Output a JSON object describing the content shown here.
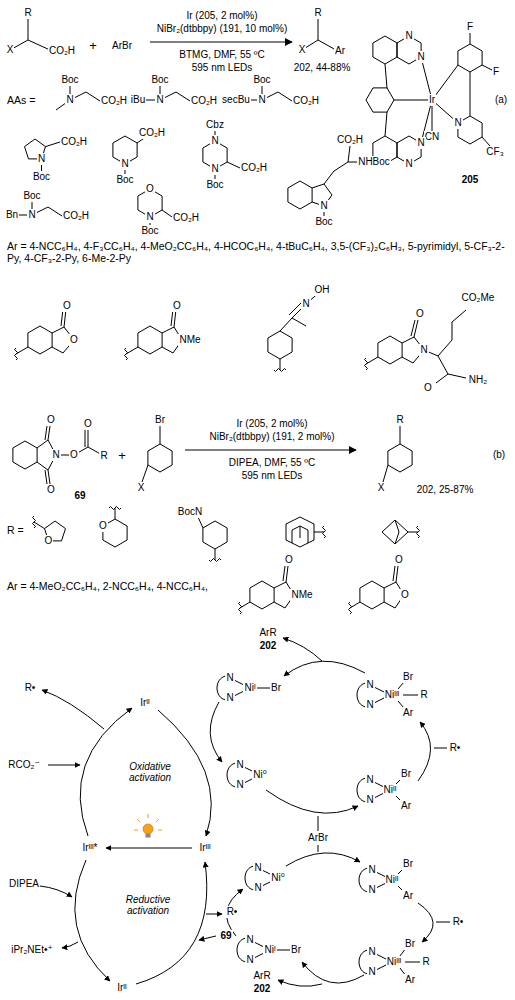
{
  "diagram": {
    "labels": [
      "R",
      "X",
      "CO₂H",
      "+",
      "ArBr",
      "Ir (205, 2 mol%)",
      "NiBr₂(dtbbpy) (191, 10 mol%)",
      "BTMG, DMF, 55 ºC",
      "595 nm LEDs",
      "R",
      "X",
      "Ar",
      "202, 44-88%",
      "(a)",
      "N",
      "N",
      "Ir",
      "F",
      "F",
      "N",
      "CN",
      "CF₃",
      "N",
      "N",
      "205",
      "AAs =",
      "Boc",
      "N",
      "CO₂H",
      "Boc",
      "iBu",
      "N",
      "CO₂H",
      "Boc",
      "secBu",
      "N",
      "CO₂H",
      "CO₂H",
      "N",
      "Boc",
      "CO₂H",
      "N",
      "Boc",
      "Cbz",
      "N",
      "CO₂H",
      "N",
      "Boc",
      "CO₂H",
      "NHBoc",
      "N",
      "Boc",
      "Boc",
      "Bn",
      "N",
      "CO₂H",
      "O",
      "CO₂H",
      "N",
      "Boc",
      "Ar = 4-NCC₆H₄, 4-F₃CC₆H₄, 4-MeO₂CC₆H₄, 4-HCOC₆H₄, 4-tBuC₆H₄, 3,5-(CF₃)₂C₆H₃, 5-pyrimidyl, 5-CF₃-2-Py, 4-CF₃-2-Py, 6-Me-2-Py",
      "O",
      "O",
      "O",
      "NMe",
      "OH",
      "N",
      "O",
      "CO₂Me",
      "N",
      "O",
      "NH₂",
      "O",
      "O",
      "N",
      "O",
      "R",
      "O",
      "69",
      "+",
      "Br",
      "X",
      "Ir (205, 2 mol%)",
      "NiBr₂(dtbbpy) (191, 2 mol%)",
      "DIPEA, DMF, 55 ºC",
      "595 nm LEDs",
      "R",
      "X",
      "202, 25-87%",
      "(b)",
      "R =",
      "O",
      "O",
      "BocN",
      "Ar = 4-MeO₂CC₆H₄, 2-NCC₆H₄, 4-NCC₆H₄,",
      "O",
      "NMe",
      "O",
      "O",
      "ArR",
      "202",
      "N",
      "N",
      "Niᴵ",
      "Br",
      "N",
      "N",
      "Br",
      "Niᴵᴵᴵ",
      "R",
      "Ar",
      "R•",
      "N",
      "N",
      "Ni⁰",
      "N",
      "N",
      "Br",
      "Niᴵᴵ",
      "Ar",
      "ArBr",
      "N",
      "N",
      "Ni⁰",
      "N",
      "N",
      "Br",
      "Niᴵᴵ",
      "Ar",
      "R•",
      "N",
      "N",
      "Br",
      "Niᴵᴵᴵ",
      "R",
      "Ar",
      "N",
      "N",
      "Niᴵ",
      "Br",
      "ArR",
      "202",
      "R•",
      "Irᴵᴵ",
      "RCO₂⁻",
      "Oxidative activation",
      "Irᴵᴵᴵ*",
      "Irᴵᴵᴵ",
      "DIPEA",
      "Reductive activation",
      "iPr₂NEt•⁺",
      "Irᴵᴵ",
      "R•",
      "69"
    ]
  }
}
